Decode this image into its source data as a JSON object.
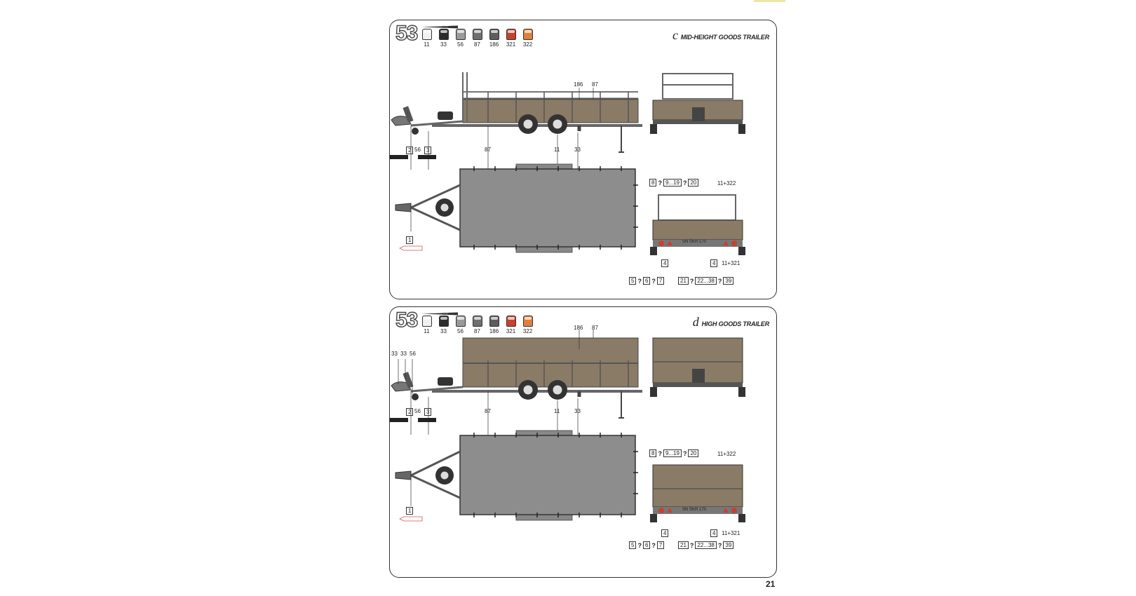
{
  "page_number": "21",
  "paint_colors": {
    "11": "#f1f1f1",
    "33": "#2b2b2b",
    "56": "#9a9a9a",
    "87": "#6f6f6f",
    "186": "#5d5d5d",
    "321": "#c8402f",
    "322": "#e07f3c"
  },
  "steps": [
    {
      "number": "53",
      "variant_letter": "c",
      "title": "MID-HEIGHT GOODS TRAILER",
      "paints": [
        "11",
        "33",
        "56",
        "87",
        "186",
        "321",
        "322"
      ],
      "side_labels": {
        "a": "186",
        "b": "87",
        "c": "56",
        "d": "87",
        "e": "11",
        "f": "33"
      },
      "callout_boxes": [
        "2",
        "3",
        "1"
      ],
      "rear_refs": {
        "top": [
          "8",
          "?",
          "9...19",
          "?",
          "20"
        ],
        "top_right": "11+322",
        "left_box": "4",
        "right_box": "4",
        "right_label": "11+321",
        "bottom_left": [
          "5",
          "?",
          "6",
          "?",
          "7"
        ],
        "bottom_right": [
          "21",
          "?",
          "22...38",
          "?",
          "39"
        ]
      },
      "plate": "SN ŠKR 170"
    },
    {
      "number": "53",
      "variant_letter": "d",
      "title": "HIGH GOODS TRAILER",
      "paints": [
        "11",
        "33",
        "56",
        "87",
        "186",
        "321",
        "322"
      ],
      "side_labels": {
        "a": "186",
        "b": "87",
        "c": "56",
        "d": "87",
        "e": "11",
        "f": "33",
        "g1": "33",
        "g2": "33",
        "g3": "56"
      },
      "callout_boxes": [
        "2",
        "3",
        "1"
      ],
      "rear_refs": {
        "top": [
          "8",
          "?",
          "9...19",
          "?",
          "20"
        ],
        "top_right": "11+322",
        "left_box": "4",
        "right_box": "4",
        "right_label": "11+321",
        "bottom_left": [
          "5",
          "?",
          "6",
          "?",
          "7"
        ],
        "bottom_right": [
          "21",
          "?",
          "22...38",
          "?",
          "39"
        ]
      },
      "plate": "SN ŠKR 170"
    }
  ]
}
